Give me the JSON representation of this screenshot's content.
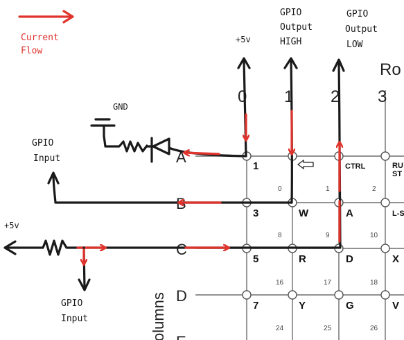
{
  "legend": {
    "label_line1": "Current",
    "label_line2": "Flow"
  },
  "annotations": {
    "vcc_top": "+5v",
    "gpio_high_line1": "GPIO",
    "gpio_high_line2": "Output",
    "gpio_high_line3": "HIGH",
    "gpio_low_line1": "GPIO",
    "gpio_low_line2": "Output",
    "gpio_low_line3": "LOW",
    "gnd": "GND",
    "gpio_input_top_line1": "GPIO",
    "gpio_input_top_line2": "Input",
    "vcc_left": "+5v",
    "gpio_input_bottom_line1": "GPIO",
    "gpio_input_bottom_line2": "Input"
  },
  "matrix": {
    "title_partial": "Ro",
    "side_label_partial": "olumns",
    "column_numbers": [
      "0",
      "1",
      "2",
      "3"
    ],
    "row_letters": [
      "A",
      "B",
      "C",
      "D",
      "E"
    ],
    "keys": {
      "r0c0": "1",
      "r0c2": "CTRL",
      "r0c3_line1": "RU",
      "r0c3_line2": "ST",
      "r1c0": "3",
      "r1c1": "W",
      "r1c2": "A",
      "r1c3": "L-S",
      "r2c0": "5",
      "r2c1": "R",
      "r2c2": "D",
      "r2c3": "X",
      "r3c0": "7",
      "r3c1": "Y",
      "r3c2": "G",
      "r3c3": "V"
    },
    "key_codes": {
      "r0c0": "0",
      "r0c1": "1",
      "r0c2": "2",
      "r1c0": "8",
      "r1c1": "9",
      "r1c2": "10",
      "r2c0": "16",
      "r2c1": "17",
      "r2c2": "18",
      "r3c0": "24",
      "r3c1": "25",
      "r3c2": "26"
    }
  },
  "colors": {
    "current_flow": "#e0332c",
    "wire": "#1a1a1a",
    "grid": "#6d6d6d"
  }
}
